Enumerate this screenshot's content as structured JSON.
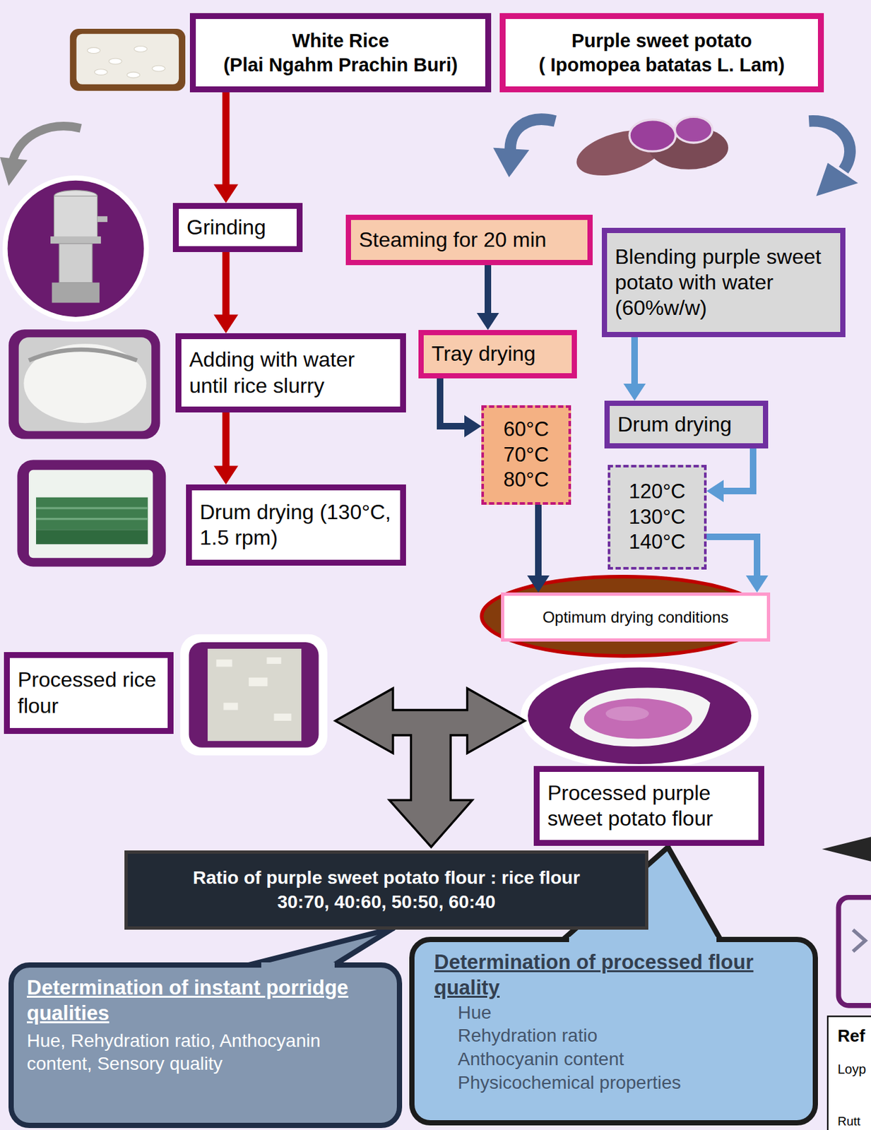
{
  "diagram": {
    "nodes": [
      {
        "text": [
          "White Rice",
          "(Plai Ngahm Prachin Buri)"
        ]
      },
      {
        "text": [
          "Purple sweet potato",
          "( Ipomopea batatas L. Lam)"
        ]
      },
      {
        "text": [
          "Grinding"
        ]
      },
      {
        "text": [
          "Steaming for 20 min"
        ]
      },
      {
        "text": [
          "Blending purple sweet potato with water (60%w/w)"
        ]
      },
      {
        "text": [
          "Adding with water until rice slurry"
        ]
      },
      {
        "text": [
          "Tray drying"
        ]
      },
      {
        "text": [
          "60°C",
          "70°C",
          "80°C"
        ]
      },
      {
        "text": [
          "Drum drying"
        ]
      },
      {
        "text": [
          "Drum drying (130°C, 1.5 rpm)"
        ]
      },
      {
        "text": [
          "120°C",
          "130°C",
          "140°C"
        ]
      },
      {
        "text": [
          "Optimum drying conditions"
        ]
      },
      {
        "text": [
          "Processed rice flour"
        ]
      },
      {
        "text": [
          "Processed purple sweet potato flour"
        ]
      },
      {
        "text": [
          "Ratio of purple sweet potato flour : rice flour",
          "30:70, 40:60, 50:50, 60:40"
        ]
      },
      {
        "text": [
          "Determination of instant porridge qualities",
          "Hue, Rehydration ratio, Anthocyanin content, Sensory quality"
        ]
      },
      {
        "text": [
          "Determination of processed flour quality",
          "Hue",
          "Rehydration ratio",
          "Anthocyanin content",
          "Physicochemical properties"
        ]
      }
    ],
    "edges": [
      {
        "from": 0,
        "to": 2,
        "arrow": "to"
      },
      {
        "from": 2,
        "to": 5,
        "arrow": "to"
      },
      {
        "from": 5,
        "to": 9,
        "arrow": "to"
      },
      {
        "from": 3,
        "to": 6,
        "arrow": "to"
      },
      {
        "from": 6,
        "to": 7,
        "arrow": "to"
      },
      {
        "from": 7,
        "to": 11,
        "arrow": "to"
      },
      {
        "from": 4,
        "to": 8,
        "arrow": "to"
      },
      {
        "from": 8,
        "to": 10,
        "arrow": "to"
      },
      {
        "from": 10,
        "to": 11,
        "arrow": "to"
      }
    ],
    "labels": [
      "Ref",
      "Loyp",
      "Rutt"
    ]
  }
}
